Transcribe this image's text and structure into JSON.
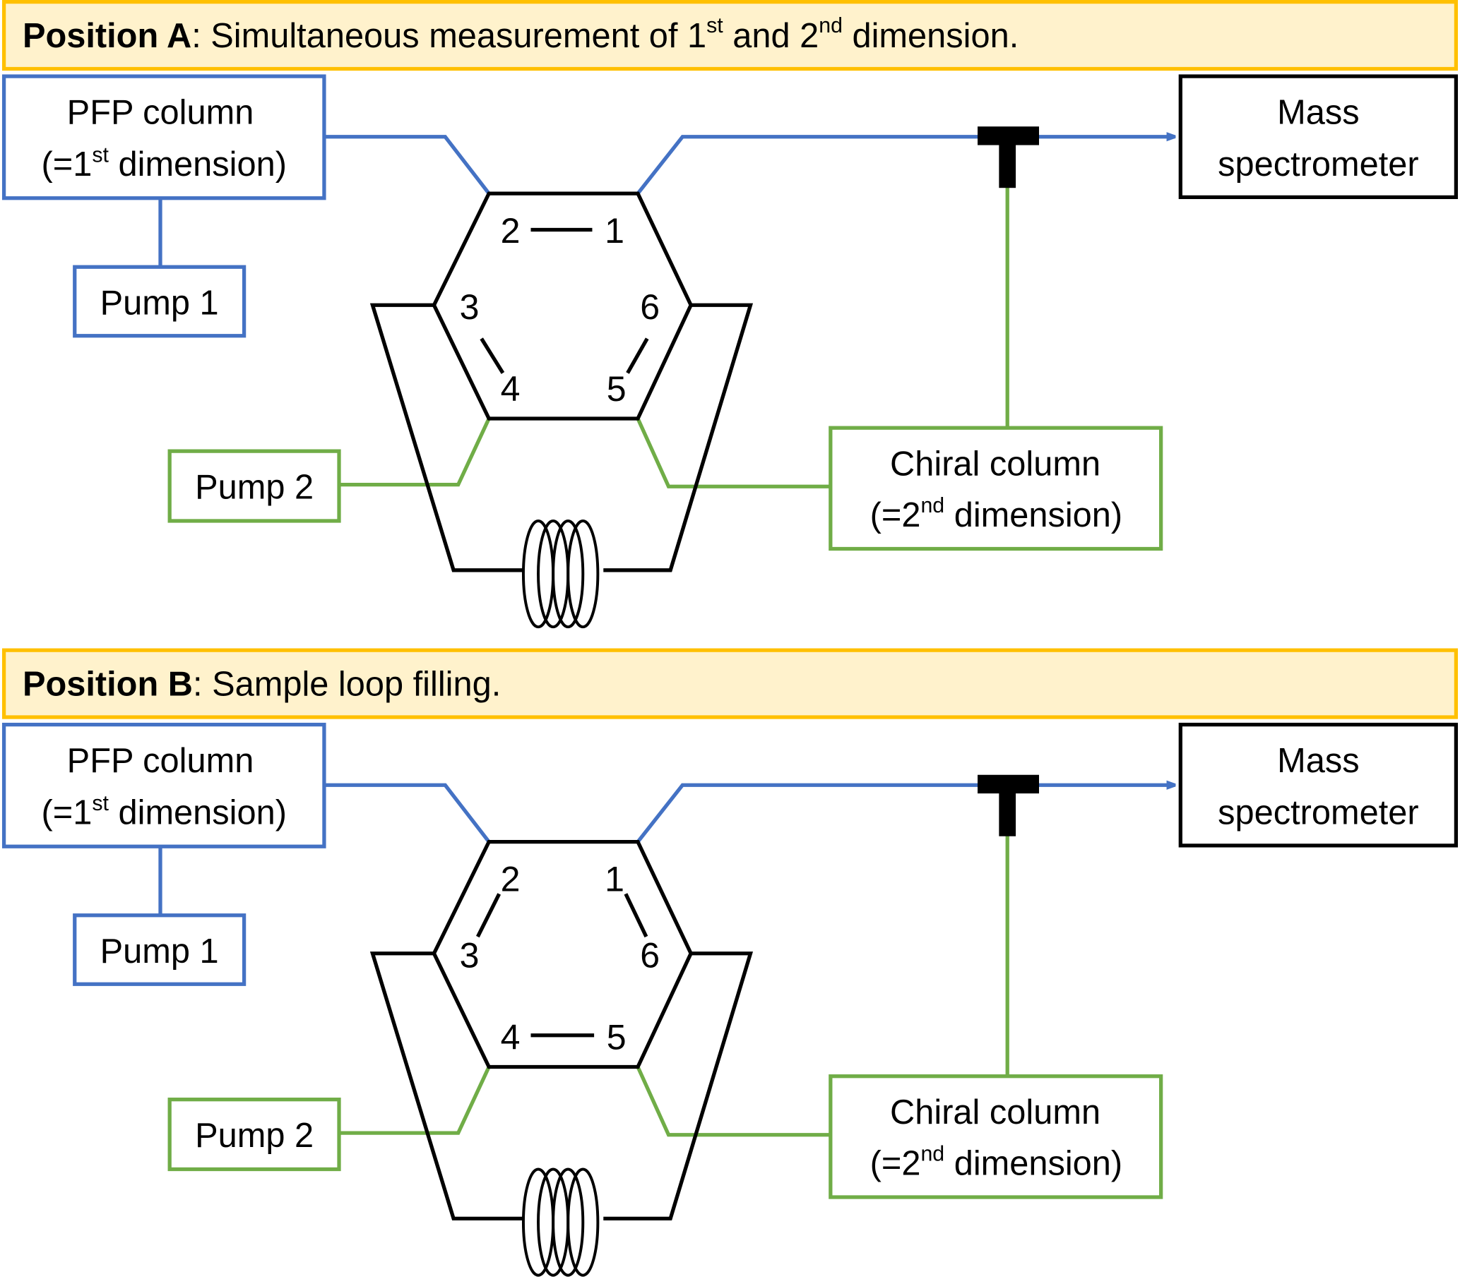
{
  "colors": {
    "blue": "#4472C4",
    "green": "#70AD47",
    "header_fill": "#FFF2CC",
    "header_border": "#FFC000",
    "black": "#000000"
  },
  "panels": [
    {
      "header": {
        "bold": "Position A",
        "text1": ": Simultaneous measurement of 1",
        "sup1": "st",
        "text2": " and 2",
        "sup2": "nd",
        "text3": " dimension."
      },
      "valve_connections": [
        "2-1",
        "3-4",
        "6-5"
      ]
    },
    {
      "header": {
        "bold": "Position B",
        "text1": ": Sample loop filling.",
        "sup1": "",
        "text2": "",
        "sup2": "",
        "text3": ""
      },
      "valve_connections": [
        "2-3",
        "1-6",
        "4-5"
      ]
    }
  ],
  "labels": {
    "pfp_line1": "PFP column",
    "pfp_line2_pre": "(=1",
    "pfp_line2_sup": "st",
    "pfp_line2_post": " dimension)",
    "pump1": "Pump 1",
    "pump2": "Pump 2",
    "chiral_line1": "Chiral column",
    "chiral_line2_pre": "(=2",
    "chiral_line2_sup": "nd",
    "chiral_line2_post": " dimension)",
    "ms_line1": "Mass",
    "ms_line2": "spectrometer",
    "ports": [
      "1",
      "2",
      "3",
      "4",
      "5",
      "6"
    ]
  }
}
